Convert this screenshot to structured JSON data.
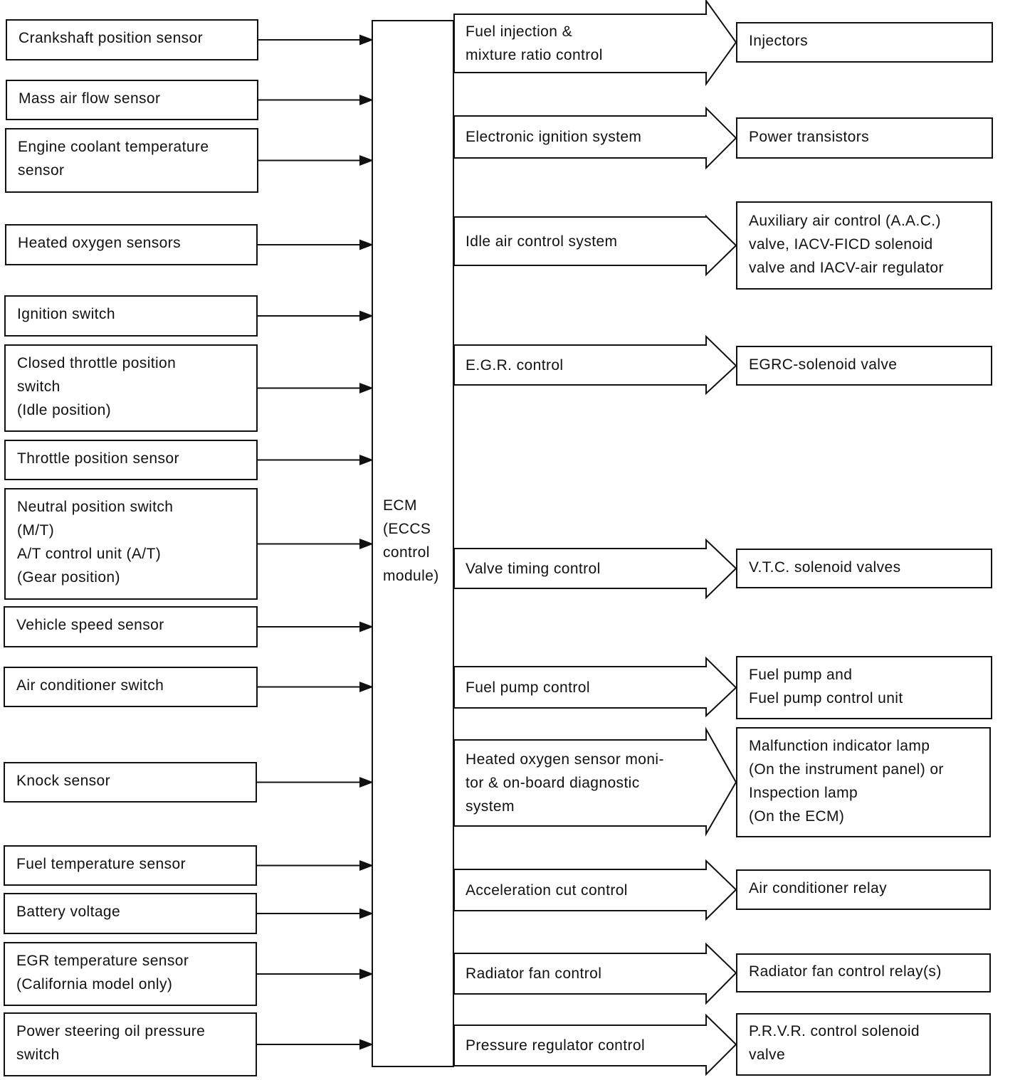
{
  "inputs": [
    {
      "label": "Crankshaft position sensor"
    },
    {
      "label": "Mass air flow sensor"
    },
    {
      "label": "Engine coolant temperature\nsensor"
    },
    {
      "label": "Heated oxygen sensors"
    },
    {
      "label": "Ignition switch"
    },
    {
      "label": "Closed throttle position\nswitch\n(Idle position)"
    },
    {
      "label": "Throttle position sensor"
    },
    {
      "label": "Neutral position switch\n(M/T)\nA/T control unit (A/T)\n(Gear position)"
    },
    {
      "label": "Vehicle speed sensor"
    },
    {
      "label": "Air conditioner switch"
    },
    {
      "label": "Knock sensor"
    },
    {
      "label": "Fuel temperature sensor"
    },
    {
      "label": "Battery voltage"
    },
    {
      "label": "EGR temperature sensor\n(California model only)"
    },
    {
      "label": "Power steering oil pressure\nswitch"
    }
  ],
  "ecm": {
    "label": "ECM\n(ECCS\ncontrol\nmodule)"
  },
  "controls": [
    {
      "control": "Fuel injection &\nmixture ratio control",
      "output": "Injectors"
    },
    {
      "control": "Electronic ignition system",
      "output": "Power transistors"
    },
    {
      "control": "Idle air control system",
      "output": "Auxiliary air control (A.A.C.)\nvalve, IACV-FICD solenoid\nvalve and IACV-air regulator"
    },
    {
      "control": "E.G.R. control",
      "output": "EGRC-solenoid valve"
    },
    {
      "control": "Valve timing control",
      "output": "V.T.C. solenoid valves"
    },
    {
      "control": "Fuel pump control",
      "output": "Fuel pump and\nFuel pump control unit"
    },
    {
      "control": "Heated oxygen sensor moni-\ntor & on-board diagnostic\nsystem",
      "output": "Malfunction indicator lamp\n(On the instrument panel) or\nInspection lamp\n(On the ECM)"
    },
    {
      "control": "Acceleration cut control",
      "output": "Air conditioner relay"
    },
    {
      "control": "Radiator fan control",
      "output": "Radiator fan control relay(s)"
    },
    {
      "control": "Pressure regulator control",
      "output": "P.R.V.R. control solenoid\nvalve"
    }
  ]
}
